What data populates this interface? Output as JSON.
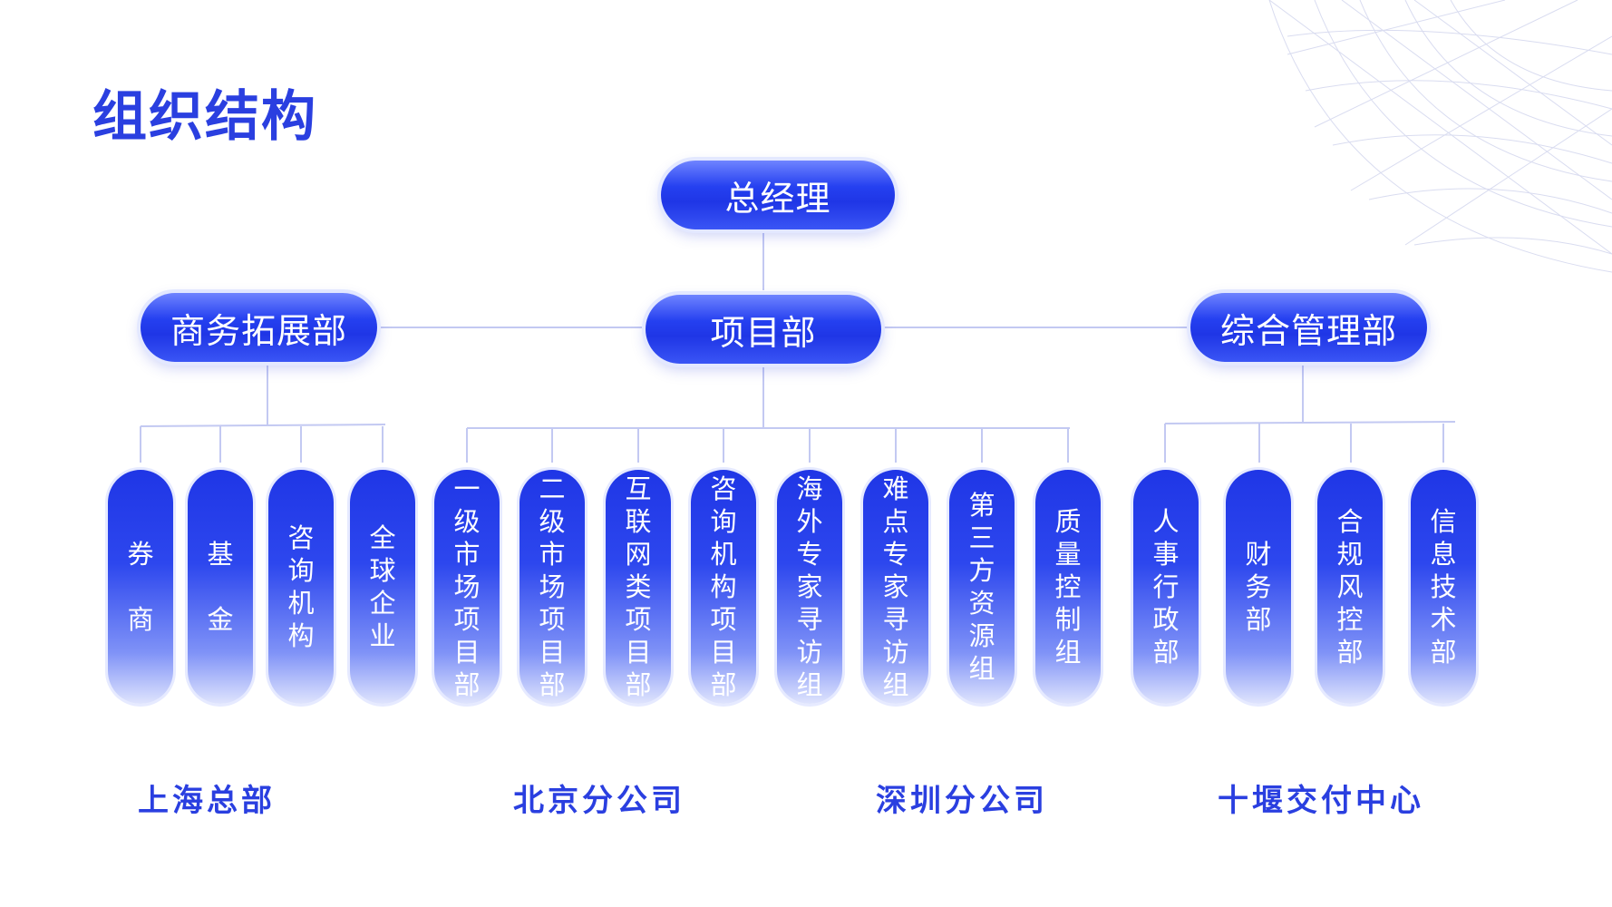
{
  "title": "组织结构",
  "top": {
    "label": "总经理"
  },
  "level2": {
    "left": "商务拓展部",
    "center": "项目部",
    "right": "综合管理部"
  },
  "departments": [
    "券商",
    "基金",
    "咨询机构",
    "全球企业",
    "一级市场项目部",
    "二级市场项目部",
    "互联网类项目部",
    "咨询机构项目部",
    "海外专家寻访组",
    "难点专家寻访组",
    "第三方资源组",
    "质量控制组",
    "人事行政部",
    "财务部",
    "合规风控部",
    "信息技术部"
  ],
  "branches": [
    "上海总部",
    "北京分公司",
    "深圳分公司",
    "十堰交付中心"
  ],
  "colors": {
    "primary": "#2a3fe0",
    "line": "#c9cff5"
  }
}
